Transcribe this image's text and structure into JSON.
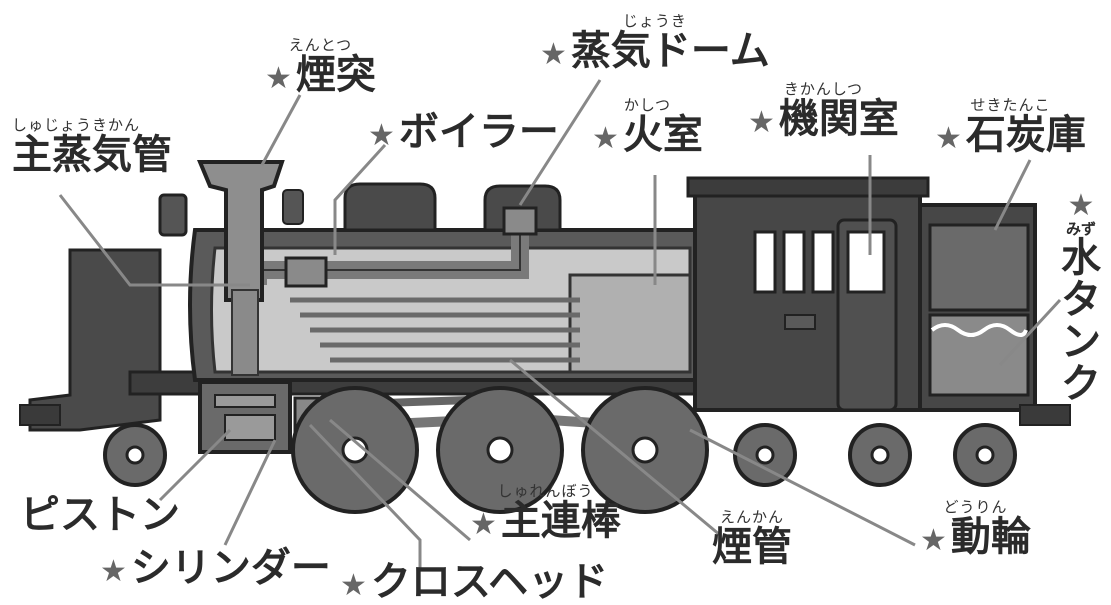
{
  "labels": {
    "entotsu": {
      "ruby": "えんとつ",
      "text": "煙突"
    },
    "joki_dome": {
      "ruby": "じょうき",
      "text": "蒸気ドーム"
    },
    "boiler": {
      "text": "ボイラー"
    },
    "kashitsu": {
      "ruby": "かしつ",
      "text": "火室"
    },
    "kikanshitsu": {
      "ruby": "きかんしつ",
      "text": "機関室"
    },
    "sekitanko": {
      "ruby": "せきたんこ",
      "text": "石炭庫"
    },
    "shujokikan": {
      "ruby": "しゅじょうきかん",
      "text": "主蒸気管"
    },
    "mizutank": {
      "ruby": "みず",
      "kanji": "水",
      "kana": [
        "タ",
        "ン",
        "ク"
      ]
    },
    "piston": {
      "text": "ピストン"
    },
    "cylinder": {
      "text": "シリンダー"
    },
    "crosshead": {
      "text": "クロスヘッド"
    },
    "shurenbo": {
      "ruby": "しゅれんぼう",
      "text": "主連棒"
    },
    "enkan": {
      "ruby": "えんかん",
      "text": "煙管"
    },
    "dorin": {
      "ruby": "どうりん",
      "text": "動輪"
    }
  },
  "star": "★"
}
